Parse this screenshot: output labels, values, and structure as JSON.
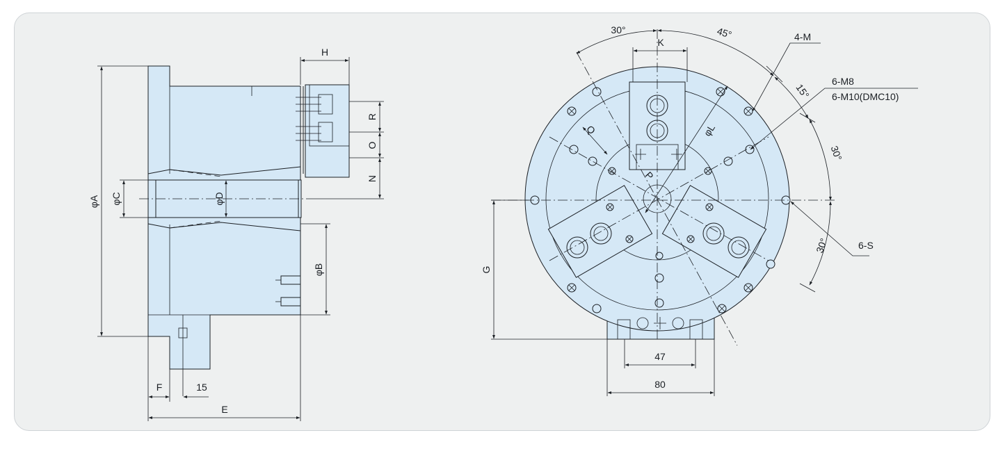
{
  "side_view": {
    "dim_A": "φA",
    "dim_C": "φC",
    "dim_D": "φD",
    "dim_B": "φB",
    "dim_H": "H",
    "dim_R": "R",
    "dim_O": "O",
    "dim_N": "N",
    "dim_F": "F",
    "dim_15": "15",
    "dim_E": "E"
  },
  "front_view": {
    "angle_30_top": "30°",
    "angle_45": "45°",
    "angle_15": "15°",
    "angle_30_right": "30°",
    "angle_30_lower": "30°",
    "dim_K": "K",
    "callout_4M": "4-M",
    "callout_6M8": "6-M8",
    "callout_6M10": "6-M10(DMC10)",
    "callout_6S": "6-S",
    "dim_L": "φL",
    "dim_Q": "Q",
    "dim_P": "P",
    "dim_G": "G",
    "dim_47": "47",
    "dim_80": "80"
  },
  "colors": {
    "part_fill": "#d5e8f6",
    "line": "#1b1f24",
    "panel": "#eef0f0"
  }
}
